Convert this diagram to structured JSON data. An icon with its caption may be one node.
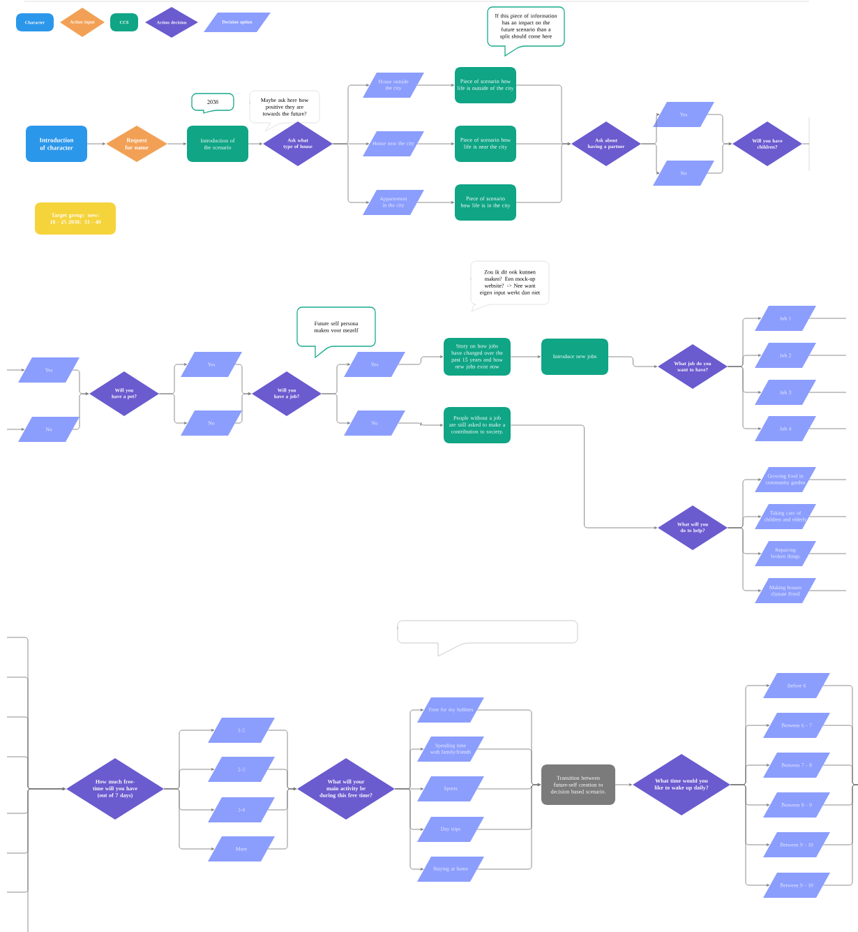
{
  "diagram": {
    "nodes": [
      {
        "text": [
          "Introduction of character"
        ]
      },
      {
        "text": [
          "Request for name"
        ]
      },
      {
        "text": [
          "Introduction of the scenario"
        ]
      },
      {
        "text": [
          "2038"
        ]
      },
      {
        "text": [
          "Maybe ask here how positive they are towards the future?"
        ]
      },
      {
        "text": [
          "Ask what type of house"
        ]
      },
      {
        "text": [
          "House outside the city"
        ]
      },
      {
        "text": [
          "House near the city"
        ]
      },
      {
        "text": [
          "Appartement in the city"
        ]
      },
      {
        "text": [
          "If this piece of information has an impact on the future scenario than a split should come here"
        ]
      },
      {
        "text": [
          "Piece of scenario how life is outside of the city"
        ]
      },
      {
        "text": [
          "Piece of scenario how life is near the city"
        ]
      },
      {
        "text": [
          "Piece of scenario how life is in the city"
        ]
      },
      {
        "text": [
          "Ask about having a partner"
        ]
      },
      {
        "text": [
          "Yes"
        ]
      },
      {
        "text": [
          "No"
        ]
      },
      {
        "text": [
          "Will you have children?"
        ]
      },
      {
        "text": [
          "Target group: now: 18 - 25 2038: 33 - 40"
        ]
      },
      {
        "text": [
          "Yes"
        ]
      },
      {
        "text": [
          "No"
        ]
      },
      {
        "text": [
          "Will you have a pet?"
        ]
      },
      {
        "text": [
          "Yes"
        ]
      },
      {
        "text": [
          "No"
        ]
      },
      {
        "text": [
          "Will you have a job?"
        ]
      },
      {
        "text": [
          "Future self persona maken voor mezelf"
        ]
      },
      {
        "text": [
          "Yes"
        ]
      },
      {
        "text": [
          "No"
        ]
      },
      {
        "text": [
          "Zou ik dit ook kunnen maken? Een mock-up website? -> Nee want eigen input werkt dan niet"
        ]
      },
      {
        "text": [
          "Story on how jobs have changed over the past 15 years and how new jobs exist now"
        ]
      },
      {
        "text": [
          "Introduce new jobs"
        ]
      },
      {
        "text": [
          "People without a job are still asked to make a contribution to society."
        ]
      },
      {
        "text": [
          "What job do you want to have?"
        ]
      },
      {
        "text": [
          "Job 1"
        ]
      },
      {
        "text": [
          "Job 2"
        ]
      },
      {
        "text": [
          "Job 3"
        ]
      },
      {
        "text": [
          "Job 4"
        ]
      },
      {
        "text": [
          "What will you do to help?"
        ]
      },
      {
        "text": [
          "Growing food in community garden"
        ]
      },
      {
        "text": [
          "Taking care of children and elderly"
        ]
      },
      {
        "text": [
          "Repairing broken things"
        ]
      },
      {
        "text": [
          "Making houses climate Proof"
        ]
      },
      {
        "text": [],
        "shape": "callout"
      },
      {
        "text": [
          "How much free-time will you have (out of 7 days)"
        ]
      },
      {
        "text": [
          "1-2"
        ]
      },
      {
        "text": [
          "2-3"
        ]
      },
      {
        "text": [
          "3-4"
        ]
      },
      {
        "text": [
          "More"
        ]
      },
      {
        "text": [
          "What will your main activity be during this free time?"
        ]
      },
      {
        "text": [
          "Time for my hobbies"
        ]
      },
      {
        "text": [
          "Spending time with family/friends"
        ]
      },
      {
        "text": [
          "Sports"
        ]
      },
      {
        "text": [
          "Day trips"
        ]
      },
      {
        "text": [
          "Staying at home"
        ]
      },
      {
        "text": [
          "Transition between future-self creation to decision based scenario."
        ]
      },
      {
        "text": [
          "What time would you like to wake up daily?"
        ]
      },
      {
        "text": [
          "Before 6"
        ]
      },
      {
        "text": [
          "Between 6 - 7"
        ]
      },
      {
        "text": [
          "Between 7 - 8"
        ]
      },
      {
        "text": [
          "Between 8 - 9"
        ]
      },
      {
        "text": [
          "Between 9 - 10"
        ]
      },
      {
        "text": [
          "Between 9 - 10"
        ]
      }
    ],
    "edges": [
      {
        "from": 0,
        "to": 1,
        "arrow": "to"
      },
      {
        "from": 1,
        "to": 2,
        "arrow": "to"
      },
      {
        "from": 2,
        "to": 5,
        "arrow": "to"
      },
      {
        "from": 5,
        "to": 6,
        "arrow": "to"
      },
      {
        "from": 5,
        "to": 7,
        "arrow": "to"
      },
      {
        "from": 5,
        "to": 8,
        "arrow": "to"
      },
      {
        "from": 6,
        "to": 10,
        "arrow": "to"
      },
      {
        "from": 7,
        "to": 11,
        "arrow": "to"
      },
      {
        "from": 8,
        "to": 12,
        "arrow": "to"
      },
      {
        "from": 10,
        "to": 13,
        "arrow": "to"
      },
      {
        "from": 11,
        "to": 13,
        "arrow": "to"
      },
      {
        "from": 12,
        "to": 13,
        "arrow": "to"
      },
      {
        "from": 13,
        "to": 14,
        "arrow": "to"
      },
      {
        "from": 13,
        "to": 15,
        "arrow": "to"
      },
      {
        "from": 14,
        "to": 16,
        "arrow": "to"
      },
      {
        "from": 15,
        "to": 16,
        "arrow": "to"
      },
      {
        "from": 16,
        "to": null,
        "arrow": "none"
      },
      {
        "from": null,
        "to": 18,
        "arrow": "to"
      },
      {
        "from": null,
        "to": 19,
        "arrow": "to"
      },
      {
        "from": 18,
        "to": 20,
        "arrow": "to"
      },
      {
        "from": 19,
        "to": 20,
        "arrow": "to"
      },
      {
        "from": 20,
        "to": 21,
        "arrow": "to"
      },
      {
        "from": 20,
        "to": 22,
        "arrow": "to"
      },
      {
        "from": 21,
        "to": 23,
        "arrow": "to"
      },
      {
        "from": 22,
        "to": 23,
        "arrow": "to"
      },
      {
        "from": 23,
        "to": 25,
        "arrow": "to"
      },
      {
        "from": 23,
        "to": 26,
        "arrow": "to"
      },
      {
        "from": 25,
        "to": 28,
        "arrow": "to"
      },
      {
        "from": 26,
        "to": 30,
        "arrow": "to"
      },
      {
        "from": 28,
        "to": 29,
        "arrow": "to"
      },
      {
        "from": 29,
        "to": 31,
        "arrow": "to"
      },
      {
        "from": 31,
        "to": 32,
        "arrow": "to"
      },
      {
        "from": 31,
        "to": 33,
        "arrow": "to"
      },
      {
        "from": 31,
        "to": 34,
        "arrow": "to"
      },
      {
        "from": 31,
        "to": 35,
        "arrow": "to"
      },
      {
        "from": 32,
        "to": null,
        "arrow": "none"
      },
      {
        "from": 33,
        "to": null,
        "arrow": "none"
      },
      {
        "from": 34,
        "to": null,
        "arrow": "none"
      },
      {
        "from": 35,
        "to": null,
        "arrow": "none"
      },
      {
        "from": 30,
        "to": 36,
        "arrow": "to"
      },
      {
        "from": 36,
        "to": 37,
        "arrow": "to"
      },
      {
        "from": 36,
        "to": 38,
        "arrow": "to"
      },
      {
        "from": 36,
        "to": 39,
        "arrow": "to"
      },
      {
        "from": 36,
        "to": 40,
        "arrow": "to"
      },
      {
        "from": 37,
        "to": null,
        "arrow": "none"
      },
      {
        "from": 38,
        "to": null,
        "arrow": "none"
      },
      {
        "from": 39,
        "to": null,
        "arrow": "none"
      },
      {
        "from": 40,
        "to": null,
        "arrow": "none"
      },
      {
        "from": null,
        "to": 42,
        "arrow": "to"
      },
      {
        "from": null,
        "to": 42,
        "arrow": "to"
      },
      {
        "from": null,
        "to": 42,
        "arrow": "to"
      },
      {
        "from": null,
        "to": 42,
        "arrow": "to"
      },
      {
        "from": null,
        "to": 42,
        "arrow": "to"
      },
      {
        "from": null,
        "to": 42,
        "arrow": "to"
      },
      {
        "from": null,
        "to": 42,
        "arrow": "to"
      },
      {
        "from": null,
        "to": 42,
        "arrow": "to"
      },
      {
        "from": 42,
        "to": 43,
        "arrow": "to"
      },
      {
        "from": 42,
        "to": 44,
        "arrow": "to"
      },
      {
        "from": 42,
        "to": 45,
        "arrow": "to"
      },
      {
        "from": 42,
        "to": 46,
        "arrow": "to"
      },
      {
        "from": 43,
        "to": 47,
        "arrow": "to"
      },
      {
        "from": 44,
        "to": 47,
        "arrow": "to"
      },
      {
        "from": 45,
        "to": 47,
        "arrow": "to"
      },
      {
        "from": 46,
        "to": 47,
        "arrow": "to"
      },
      {
        "from": 47,
        "to": 48,
        "arrow": "to"
      },
      {
        "from": 47,
        "to": 49,
        "arrow": "to"
      },
      {
        "from": 47,
        "to": 50,
        "arrow": "to"
      },
      {
        "from": 47,
        "to": 51,
        "arrow": "to"
      },
      {
        "from": 47,
        "to": 52,
        "arrow": "to"
      },
      {
        "from": 48,
        "to": 53,
        "arrow": "to"
      },
      {
        "from": 49,
        "to": 53,
        "arrow": "to"
      },
      {
        "from": 50,
        "to": 53,
        "arrow": "to"
      },
      {
        "from": 51,
        "to": 53,
        "arrow": "to"
      },
      {
        "from": 52,
        "to": 53,
        "arrow": "to"
      },
      {
        "from": 53,
        "to": 54,
        "arrow": "to"
      },
      {
        "from": 54,
        "to": 55,
        "arrow": "to"
      },
      {
        "from": 54,
        "to": 56,
        "arrow": "to"
      },
      {
        "from": 54,
        "to": 57,
        "arrow": "to"
      },
      {
        "from": 54,
        "to": 58,
        "arrow": "to"
      },
      {
        "from": 54,
        "to": 59,
        "arrow": "to"
      },
      {
        "from": 54,
        "to": 60,
        "arrow": "to"
      },
      {
        "from": 55,
        "to": null,
        "arrow": "none"
      },
      {
        "from": 56,
        "to": null,
        "arrow": "none"
      },
      {
        "from": 57,
        "to": null,
        "arrow": "none"
      },
      {
        "from": 58,
        "to": null,
        "arrow": "none"
      },
      {
        "from": 59,
        "to": null,
        "arrow": "none"
      },
      {
        "from": 60,
        "to": null,
        "arrow": "none"
      }
    ],
    "legend": [
      {
        "text": "Character",
        "color": "#2b97ea"
      },
      {
        "text": "Action input",
        "color": "#f2a055"
      },
      {
        "text": "CCS",
        "color": "#0fa585"
      },
      {
        "text": "Action decision",
        "color": "#6a5bcf"
      },
      {
        "text": "Decision option",
        "color": "#8b9dfd"
      }
    ]
  }
}
